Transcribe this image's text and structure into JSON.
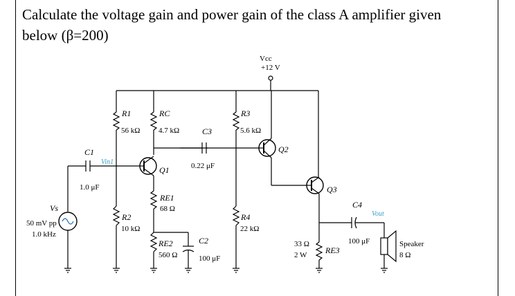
{
  "question": {
    "line1": "Calculate the voltage gain and power gain of the class A amplifier given",
    "line2": "below (β=200)"
  },
  "supply": {
    "name": "Vcc",
    "value": "+12 V"
  },
  "source": {
    "symbol": "Vs",
    "amplitude": "50 mV pp",
    "frequency": "1.0 kHz"
  },
  "components": {
    "c1": {
      "symbol": "C1",
      "value": "1.0 μF"
    },
    "vin": "Vin1",
    "r1": {
      "symbol": "R1",
      "value": "56 kΩ"
    },
    "rc": {
      "symbol": "RC",
      "value": "4.7 kΩ"
    },
    "q1": "Q1",
    "c3": {
      "symbol": "C3",
      "value": "0.22 μF"
    },
    "re1": {
      "symbol": "RE1",
      "value": "68 Ω"
    },
    "r2": {
      "symbol": "R2",
      "value": "10 kΩ"
    },
    "re2": {
      "symbol": "RE2",
      "value": "560 Ω"
    },
    "c2": {
      "symbol": "C2",
      "value": "100 μF"
    },
    "r3": {
      "symbol": "R3",
      "value": "5.6 kΩ"
    },
    "q2": "Q2",
    "r4": {
      "symbol": "R4",
      "value": "22 kΩ"
    },
    "q3": "Q3",
    "c4": {
      "symbol": "C4",
      "value": "100 μF"
    },
    "vout": "Vout",
    "re3": {
      "symbol": "RE3",
      "value": "33 Ω",
      "power": "2 W"
    },
    "speaker": {
      "label": "Speaker",
      "value": "8 Ω"
    }
  }
}
